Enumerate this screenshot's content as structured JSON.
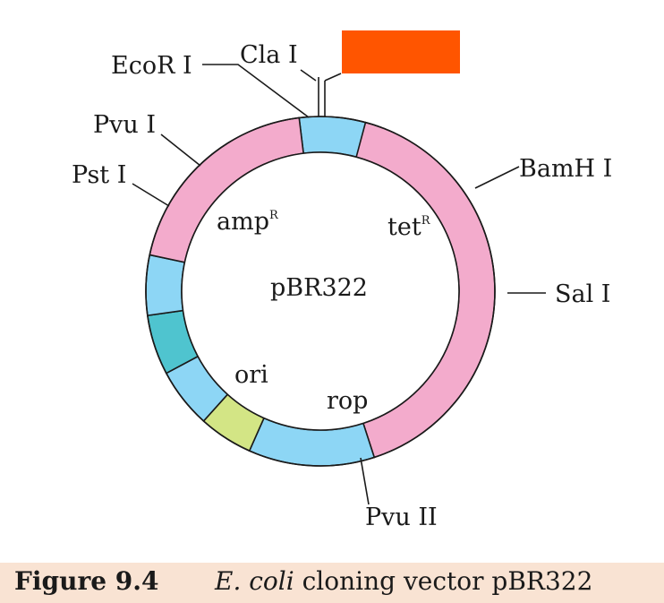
{
  "diagram": {
    "center_label": "pBR322",
    "restriction_sites": {
      "ecori": "EcoR I",
      "clai": "Cla I",
      "pvui": "Pvu I",
      "psti": "Pst I",
      "bamhi": "BamH I",
      "sali": "Sal I",
      "pvuii": "Pvu II"
    },
    "genes": {
      "amp": {
        "base": "amp",
        "superscript": "R"
      },
      "tet": {
        "base": "tet",
        "superscript": "R"
      },
      "ori": "ori",
      "rop": "rop"
    },
    "colors": {
      "backbone": "#8dd6f5",
      "resistance_gene": "#f3abcc",
      "ori": "#4fc4cf",
      "rop": "#d3e585",
      "insert": "#ff5500",
      "outline": "#1a1a1a"
    }
  },
  "caption": {
    "figure_label": "Figure 9.4",
    "organism": "E. coli",
    "description": " cloning vector pBR322"
  }
}
